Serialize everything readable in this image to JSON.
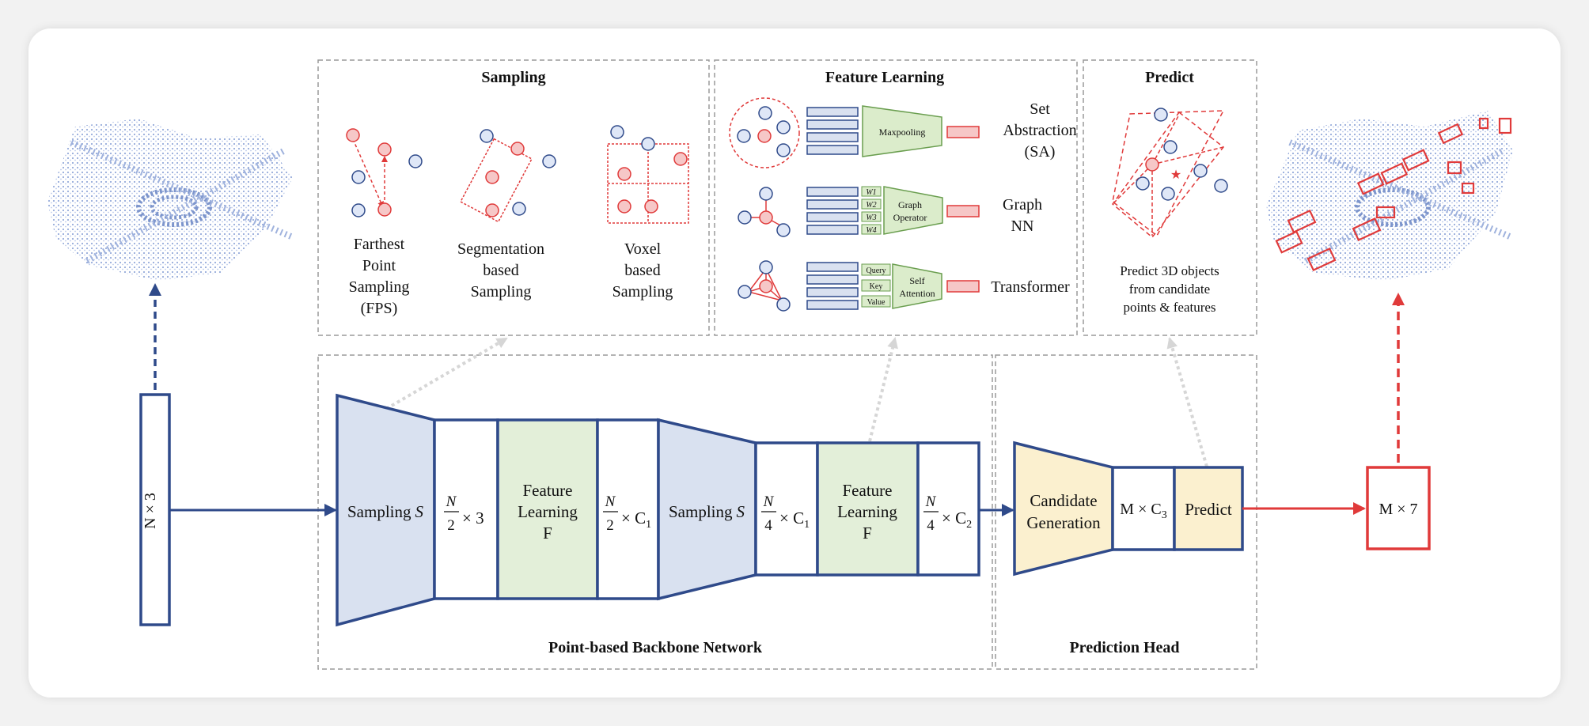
{
  "panels": {
    "sampling": {
      "title": "Sampling",
      "methods": [
        {
          "lines": [
            "Farthest",
            "Point",
            "Sampling",
            "(FPS)"
          ]
        },
        {
          "lines": [
            "Segmentation",
            "based",
            "Sampling"
          ]
        },
        {
          "lines": [
            "Voxel",
            "based",
            "Sampling"
          ]
        }
      ]
    },
    "feature_learning": {
      "title": "Feature Learning",
      "rows": [
        {
          "op": [
            "Maxpooling"
          ],
          "out": [
            "Set",
            "Abstraction",
            "(SA)"
          ]
        },
        {
          "weights": [
            "W1",
            "W2",
            "W3",
            "W4"
          ],
          "op": [
            "Graph",
            "Operator"
          ],
          "out": [
            "Graph",
            "NN"
          ]
        },
        {
          "keys": [
            "Query",
            "Key",
            "Value"
          ],
          "op": [
            "Self",
            "Attention"
          ],
          "out": [
            "Transformer"
          ]
        }
      ]
    },
    "predict": {
      "title": "Predict",
      "caption": [
        "Predict 3D objects",
        "from candidate",
        "points & features"
      ]
    }
  },
  "pipeline": {
    "input_label": "N × 3",
    "sampling_1": "Sampling",
    "sampling_2": "Sampling",
    "sampling_var": "S",
    "feature_learning": [
      "Feature",
      "Learning",
      "F"
    ],
    "feature_learning_2": [
      "Feature",
      "Learning",
      "F"
    ],
    "dims": {
      "n2x3": {
        "frac": "N",
        "den": "2",
        "rest": "× 3"
      },
      "n2xc1": {
        "frac": "N",
        "den": "2",
        "rest": "× C",
        "sub": "1"
      },
      "n4xc1": {
        "frac": "N",
        "den": "4",
        "rest": "× C",
        "sub": "1"
      },
      "n4xc2": {
        "frac": "N",
        "den": "4",
        "rest": "× C",
        "sub": "2"
      }
    },
    "candidate_generation": [
      "Candidate",
      "Generation"
    ],
    "mxc3": {
      "text": "M × C",
      "sub": "3"
    },
    "predict": "Predict",
    "output_label": "M × 7"
  },
  "section_labels": {
    "backbone": "Point-based Backbone Network",
    "head": "Prediction Head"
  },
  "colors": {
    "navy": "#2f4a8a",
    "red": "#e03a3a",
    "light_blue": "#d9e1f0",
    "light_green": "#e3efd9",
    "light_yellow": "#fbf0cf",
    "green_op": "#dbeccb",
    "pink": "#f6c7c7",
    "point_blue": "#dfe7f7"
  }
}
